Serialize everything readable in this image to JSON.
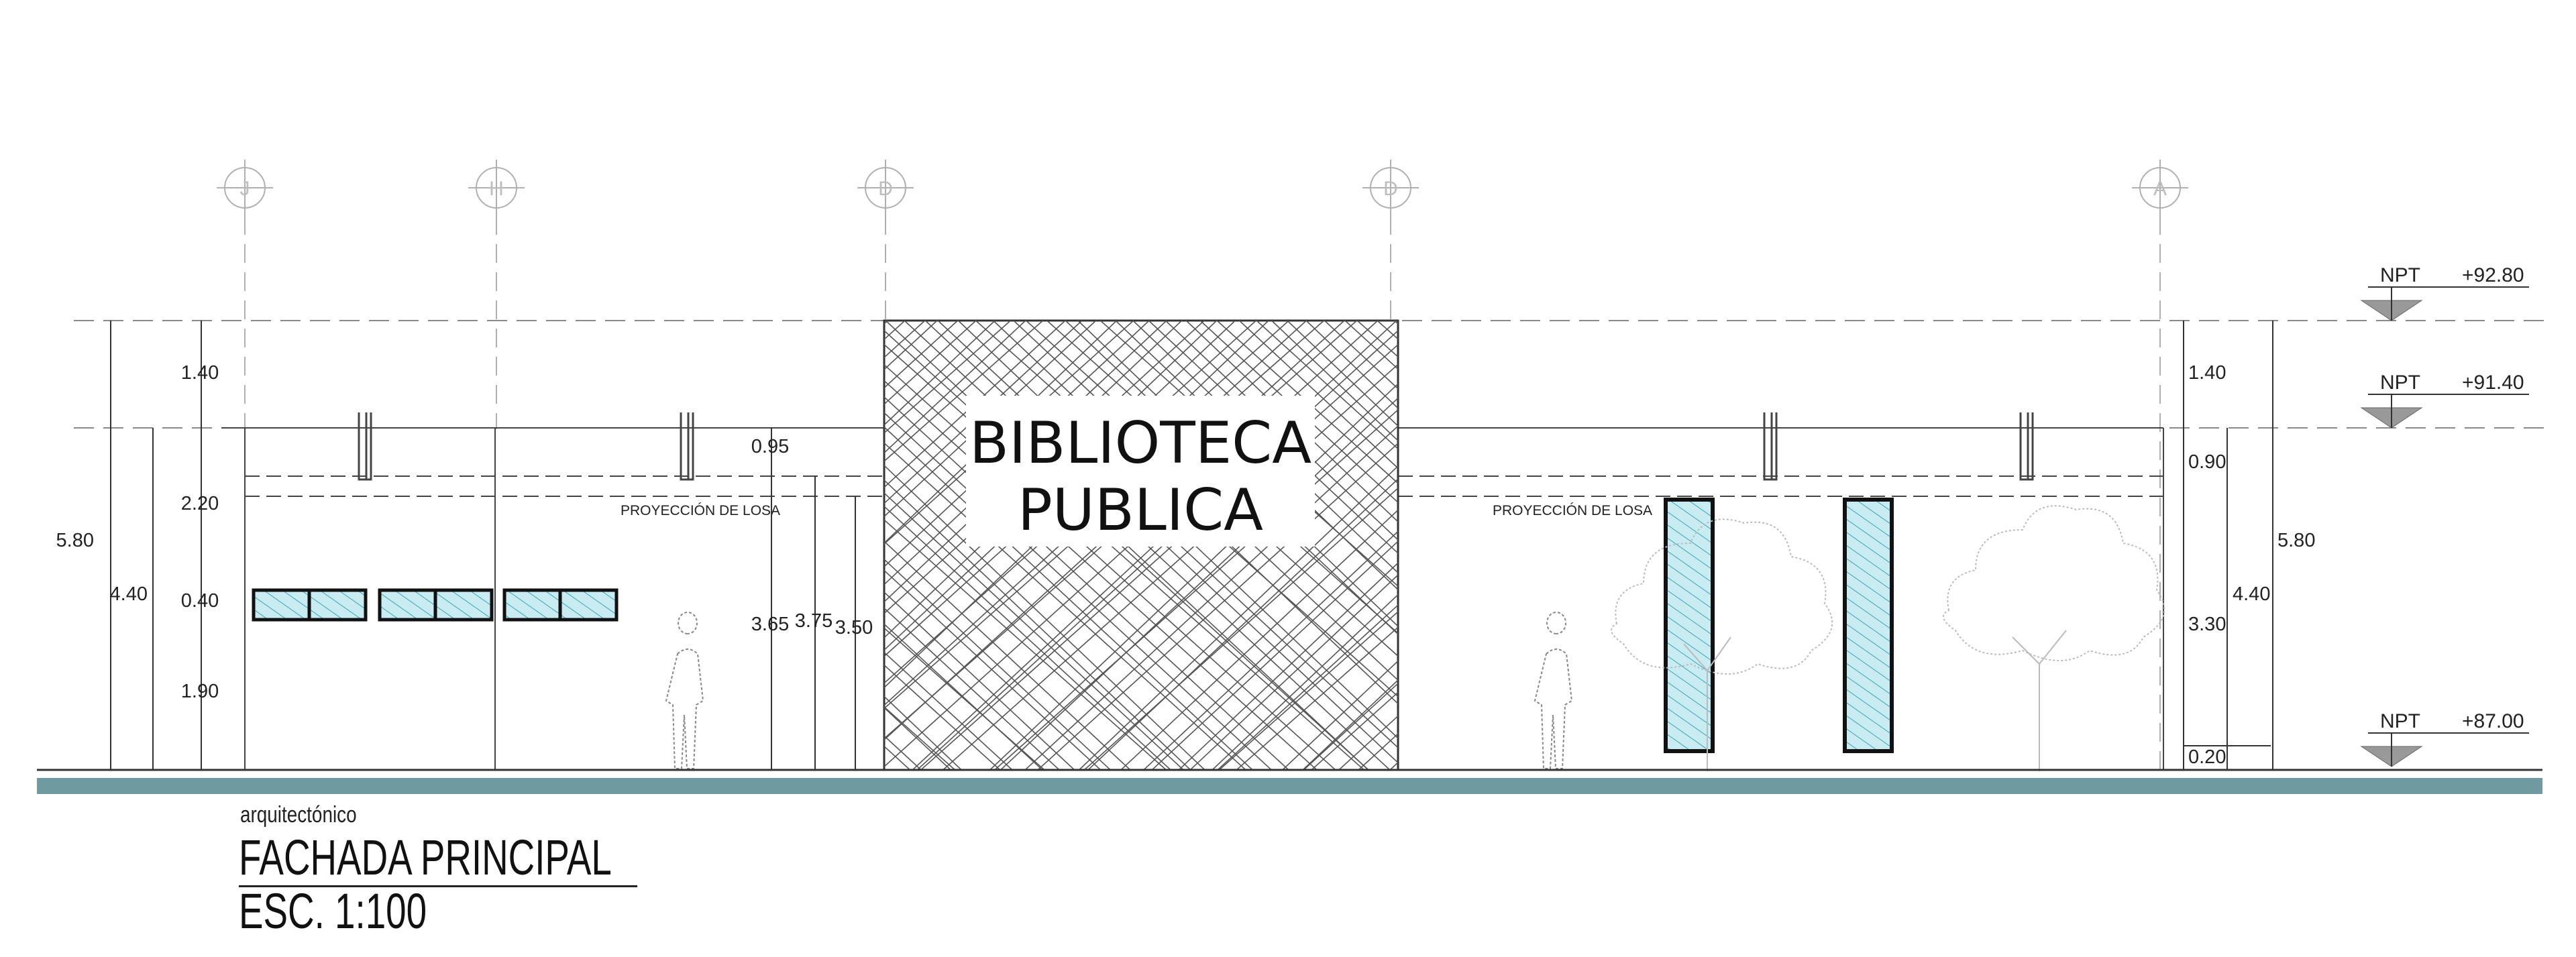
{
  "sheet": {
    "discipline": "arquitectónico",
    "title": "FACHADA PRINCIPAL",
    "scale": "ESC. 1:100"
  },
  "axes": [
    "J",
    "H",
    "D",
    "D",
    "A"
  ],
  "levels": [
    {
      "label": "NPT",
      "value": "+92.80"
    },
    {
      "label": "NPT",
      "value": "+91.40"
    },
    {
      "label": "NPT",
      "value": "+87.00"
    }
  ],
  "sign": {
    "line1": "BIBLIOTECA",
    "line2": "PUBLICA"
  },
  "slab_projection": [
    "PROYECCIÓN DE LOSA",
    "PROYECCIÓN DE LOSA"
  ],
  "dimensions": {
    "left_outer": "5.80",
    "left_middle": "4.40",
    "left_chain": [
      "1.40",
      "2.20",
      "0.40",
      "1.90"
    ],
    "center_a": "0.95",
    "center_b": "3.65",
    "center_c": "3.75",
    "center_d": "3.50",
    "right_chain": [
      "1.40",
      "0.90",
      "3.30",
      "0.20"
    ],
    "right_middle": "4.40",
    "right_outer": "5.80"
  },
  "colors": {
    "ground_band": "#6e9aa0",
    "glass_fill": "#b9e6ee",
    "line": "#333333",
    "axis_line": "#b0b0b0"
  }
}
